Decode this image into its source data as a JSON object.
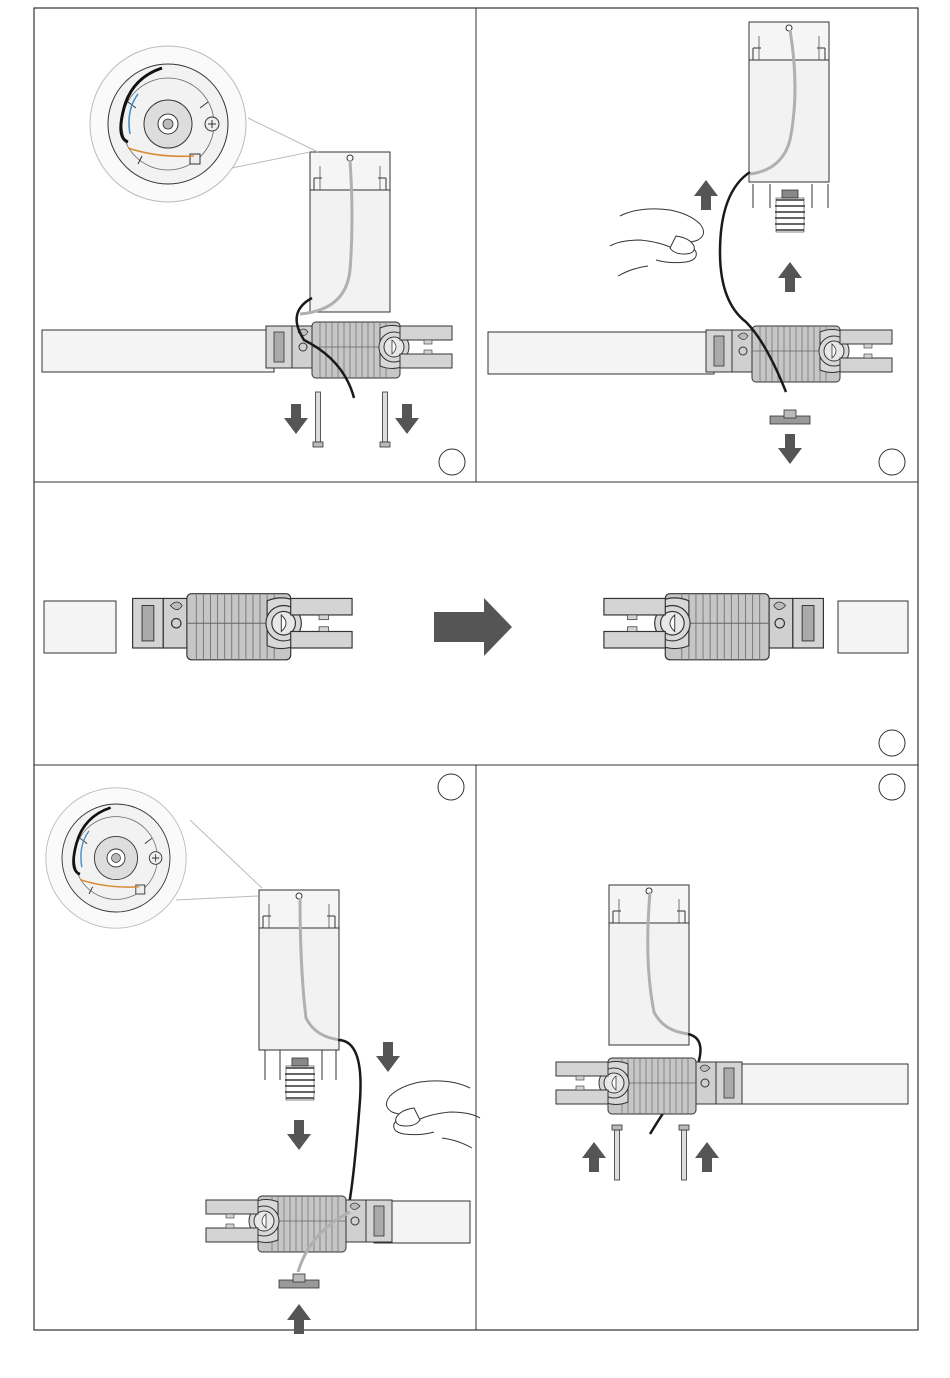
{
  "document": {
    "kind": "assembly-instructions-sheet",
    "panels": [
      {
        "id": "p1",
        "step_label": ""
      },
      {
        "id": "p2",
        "step_label": ""
      },
      {
        "id": "p3",
        "step_label": ""
      },
      {
        "id": "p4",
        "step_label": ""
      },
      {
        "id": "p5",
        "step_label": ""
      }
    ]
  },
  "colors": {
    "frame": "#333333",
    "tube_fill": "#f4f4f4",
    "body_fill": "#f2f2f2",
    "gear_fill": "#c4c4c4",
    "arrow_fill": "#555555",
    "cable_black": "#1a1a1a",
    "cable_gray": "#b0b0b0",
    "cable_blue": "#4a90c8",
    "cable_orange": "#d88a2e"
  },
  "icons": [
    "arrow-down-icon",
    "arrow-up-icon",
    "arrow-right-icon",
    "hand-icon",
    "magnifier-callout-icon",
    "screw-icon"
  ]
}
